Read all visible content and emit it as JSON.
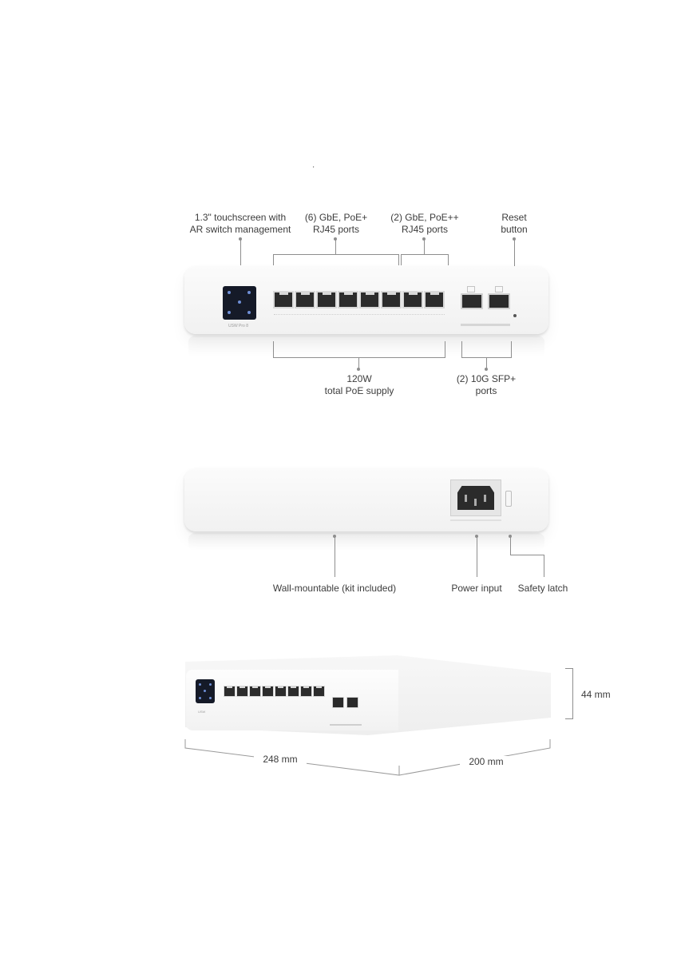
{
  "stray_mark": "'",
  "front": {
    "label_touchscreen": "1.3\" touchscreen with\nAR switch management",
    "label_gbe_poe_plus": "(6) GbE, PoE+\nRJ45 ports",
    "label_gbe_poe_plusplus": "(2) GbE, PoE++\nRJ45 ports",
    "label_reset": "Reset\nbutton",
    "label_poe_supply": "120W\ntotal PoE supply",
    "label_sfp": "(2) 10G SFP+\nports",
    "device_brand": "USW Pro 8",
    "device_color": "#f4f4f4",
    "screen_color": "#151a28",
    "accent_color": "#6f8fd6"
  },
  "back": {
    "label_wall_mount": "Wall-mountable (kit included)",
    "label_power_input": "Power input",
    "label_safety_latch": "Safety latch"
  },
  "iso": {
    "dim_height": "44 mm",
    "dim_width": "248 mm",
    "dim_depth": "200 mm"
  }
}
